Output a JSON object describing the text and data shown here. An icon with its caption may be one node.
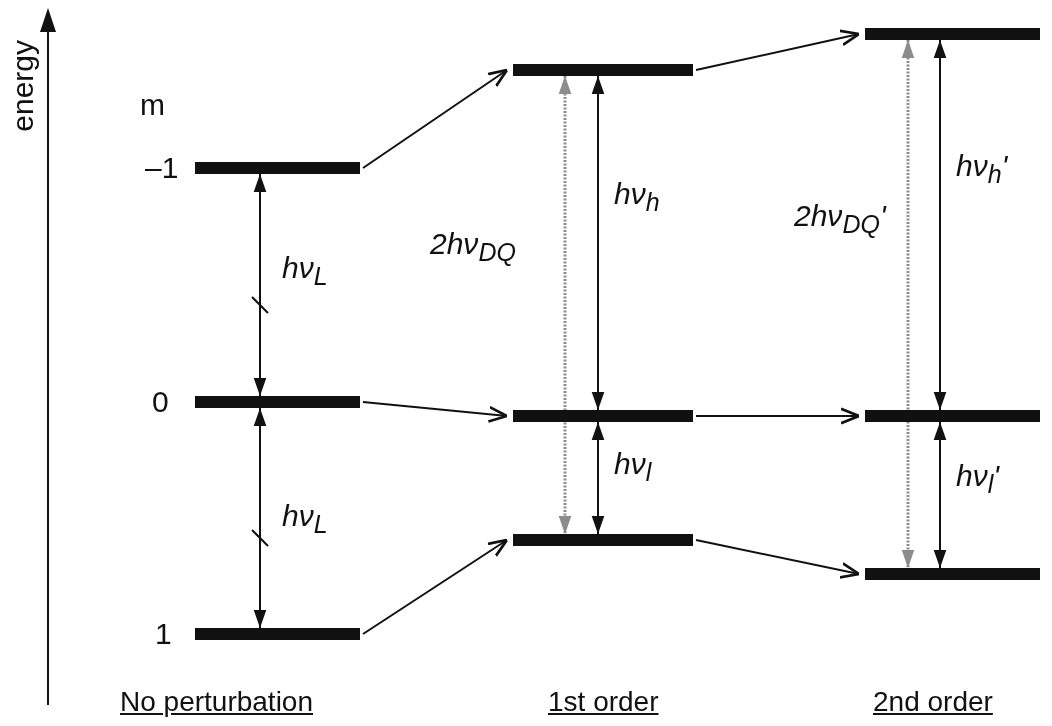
{
  "diagram": {
    "nodes": [
      {
        "text": [],
        "shape": "bar",
        "beside": [
          "–1"
        ]
      },
      {
        "text": [],
        "shape": "bar",
        "beside": [
          "0"
        ]
      },
      {
        "text": [],
        "shape": "bar",
        "beside": [
          "1"
        ]
      },
      {
        "text": [],
        "shape": "bar"
      },
      {
        "text": [],
        "shape": "bar"
      },
      {
        "text": [],
        "shape": "bar"
      },
      {
        "text": [],
        "shape": "bar"
      },
      {
        "text": [],
        "shape": "bar"
      },
      {
        "text": [],
        "shape": "bar"
      }
    ],
    "edges": [
      {
        "from": 0,
        "to": 3,
        "arrow": "to"
      },
      {
        "from": 1,
        "to": 4,
        "arrow": "to"
      },
      {
        "from": 2,
        "to": 5,
        "arrow": "to"
      },
      {
        "from": 3,
        "to": 6,
        "arrow": "to"
      },
      {
        "from": 4,
        "to": 7,
        "arrow": "to"
      },
      {
        "from": 5,
        "to": 8,
        "arrow": "to"
      },
      {
        "from": 0,
        "to": 1,
        "arrow": "both",
        "label": "hν$_{L}$"
      },
      {
        "from": 1,
        "to": 2,
        "arrow": "both",
        "label": "hν$_{L}$"
      },
      {
        "from": 3,
        "to": 5,
        "arrow": "both",
        "label": "2hν$_{DQ}$",
        "style": "dashed",
        "color": "#8c8c8c"
      },
      {
        "from": 3,
        "to": 4,
        "arrow": "both",
        "label": "hν$_{h}$"
      },
      {
        "from": 4,
        "to": 5,
        "arrow": "both",
        "label": "hν$_{l}$"
      },
      {
        "from": 6,
        "to": 8,
        "arrow": "both",
        "label": "2hν$_{DQ}$'",
        "style": "dashed",
        "color": "#8c8c8c"
      },
      {
        "from": 6,
        "to": 7,
        "arrow": "both",
        "label": "hν$_{h}$'"
      },
      {
        "from": 7,
        "to": 8,
        "arrow": "both",
        "label": "hν$_{l}$'"
      }
    ],
    "labels": [
      "energy",
      "m",
      "No perturbation",
      "1st order",
      "2nd order"
    ]
  }
}
